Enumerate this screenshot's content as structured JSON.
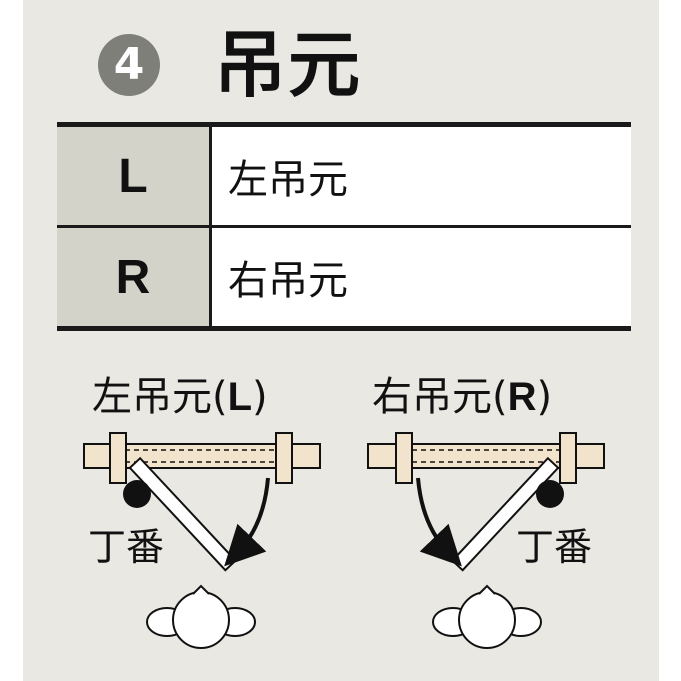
{
  "header": {
    "step_number": "4",
    "title": "吊元"
  },
  "table": {
    "rows": [
      {
        "code": "L",
        "label": "左吊元"
      },
      {
        "code": "R",
        "label": "右吊元"
      }
    ]
  },
  "diagrams": {
    "left": {
      "caption": "左吊元",
      "paren_open": "(",
      "code": "L",
      "paren_close": ")",
      "hinge_label": "丁番"
    },
    "right": {
      "caption": "右吊元",
      "paren_open": "(",
      "code": "R",
      "paren_close": ")",
      "hinge_label": "丁番"
    }
  },
  "colors": {
    "background": "#eae8e3",
    "badge": "#7f7f7a",
    "code_cell": "#d4d3c9",
    "frame": "#f2e4cc",
    "ink": "#111111"
  }
}
